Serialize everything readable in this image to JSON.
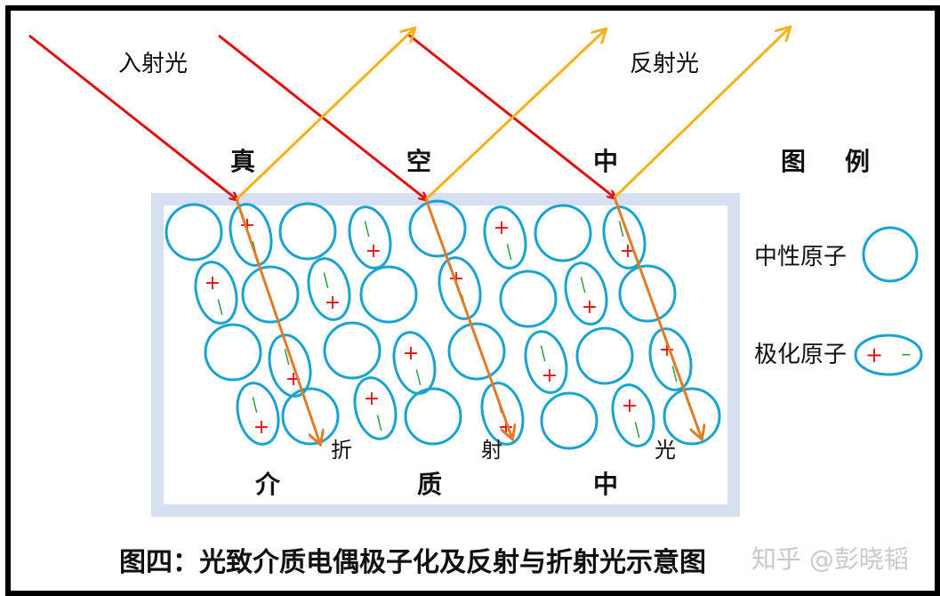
{
  "labels": {
    "incident": "入射光",
    "reflected": "反射光",
    "vacuum": [
      "真",
      "空",
      "中"
    ],
    "medium": [
      "介",
      "质",
      "中"
    ],
    "refracted": [
      "折",
      "射",
      "光"
    ],
    "legend_title": "图　例",
    "neutral_atom": "中性原子",
    "polarized_atom": "极化原子",
    "caption": "图四：光致介质电偶极子化及反射与折射光示意图",
    "watermark": "知乎 @彭晓韬"
  },
  "symbols": {
    "plus": "+",
    "minus": "–",
    "dash": "|"
  },
  "colors": {
    "incident": "#e01010",
    "reflected": "#f2b21a",
    "refracted": "#e07b27",
    "atom": "#1aa3cf",
    "medium_border": "#d6e0f0",
    "plus": "#e01010",
    "minus": "#2e9e3e"
  }
}
